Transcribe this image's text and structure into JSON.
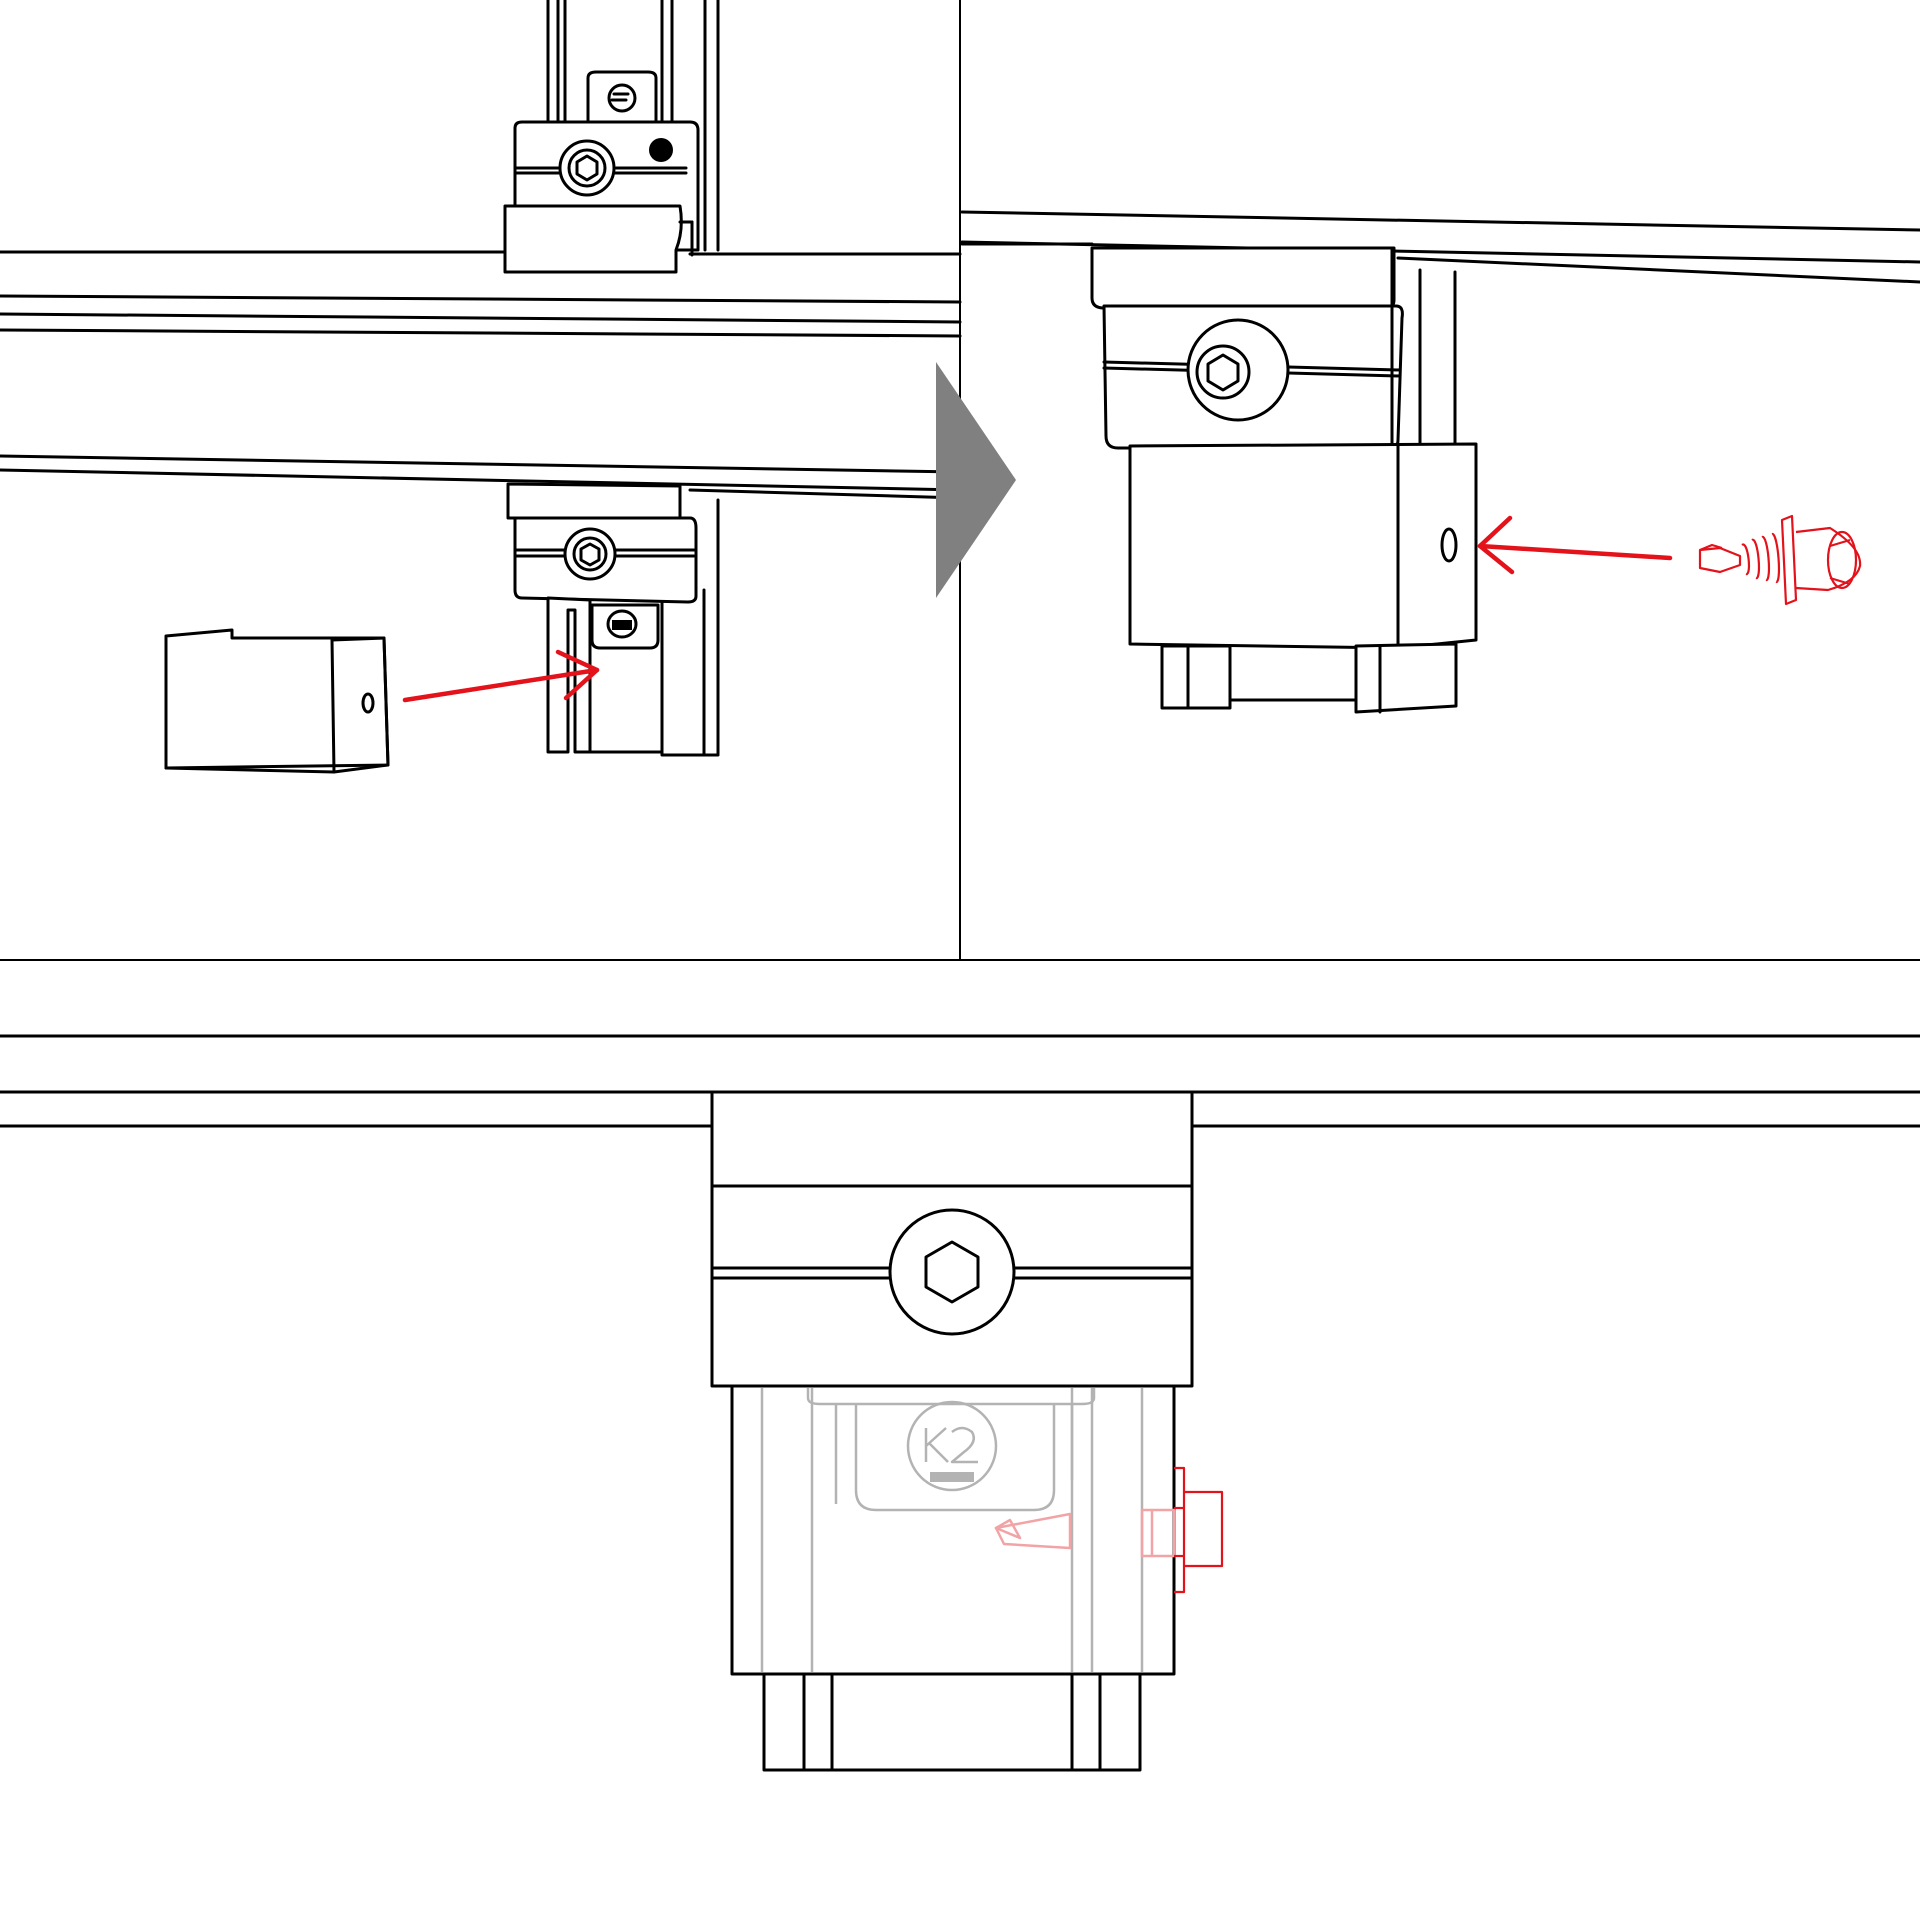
{
  "colors": {
    "line": "#000000",
    "accent_red": "#e3121b",
    "ghost_red": "#f2a3a6",
    "ghost_grey": "#b3b3b3",
    "step_arrow": "#808080",
    "background": "#ffffff"
  },
  "panels": [
    {
      "id": "step-1",
      "description_icon": "insert-end-cap-onto-rail"
    },
    {
      "id": "step-2",
      "description_icon": "drive-self-tapping-screw"
    },
    {
      "id": "step-3",
      "description_icon": "finished-assembly"
    }
  ],
  "icons": {
    "step_arrow": "triangle-right-icon",
    "hex_bolt": "hex-socket-bolt-icon",
    "screw": "self-drilling-screw-icon",
    "logo": "k2-logo-icon"
  }
}
